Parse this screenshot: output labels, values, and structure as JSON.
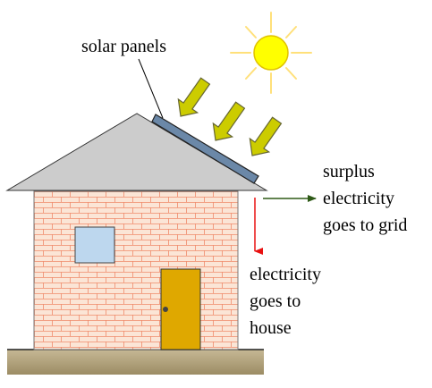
{
  "labels": {
    "solar_panels": "solar panels",
    "surplus": [
      "surplus",
      "electricity",
      "goes to grid"
    ],
    "house": [
      "electricity",
      "goes to",
      "house"
    ]
  },
  "colors": {
    "sun": "#ffff00",
    "sun_outline": "#e0c200",
    "sun_rays": "#ffe07a",
    "sunbeam_arrows": "#cccc00",
    "sunbeam_outline": "#666633",
    "panel": "#6b88a8",
    "panel_outline": "#222222",
    "roof": "#cccccc",
    "wall": "#fbe5d6",
    "brick_lines": "#f08a6a",
    "window": "#bdd7ee",
    "door": "#dfa800",
    "ground": "#b0a078",
    "grid_arrow": "#2e5a17",
    "house_arrow": "#e81010"
  },
  "icons": {
    "sun": "sun-icon",
    "sunbeams": "sunbeam-arrow-icon",
    "grid_arrow": "arrow-right-icon",
    "house_arrow": "arrow-down-icon"
  }
}
